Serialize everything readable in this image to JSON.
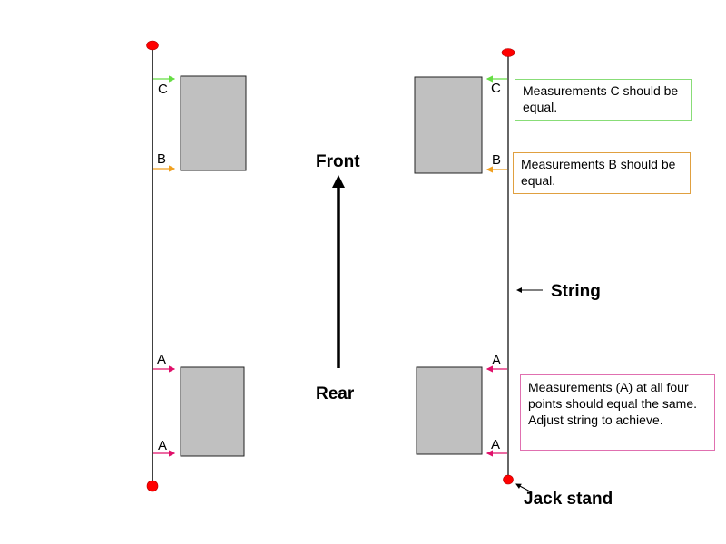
{
  "colors": {
    "wheel_fill": "#c0c0c0",
    "stand": "#ff0000",
    "measure_c": "#66dd44",
    "measure_b": "#f0a020",
    "measure_a": "#e0106a",
    "note_c_border": "#88dd77",
    "note_b_border": "#e0a040",
    "note_a_border": "#e070b0"
  },
  "labels": {
    "left_c": "C",
    "left_b": "B",
    "left_a_front": "A",
    "left_a_rear": "A",
    "right_c": "C",
    "right_b": "B",
    "right_a_front": "A",
    "right_a_rear": "A"
  },
  "direction": {
    "front": "Front",
    "rear": "Rear"
  },
  "callouts": {
    "string": "String",
    "jack_stand": "Jack stand"
  },
  "notes": {
    "c": "Measurements C should be equal.",
    "b": "Measurements B should be equal.",
    "a": "Measurements (A) at all four points should equal the same. Adjust string to achieve."
  }
}
